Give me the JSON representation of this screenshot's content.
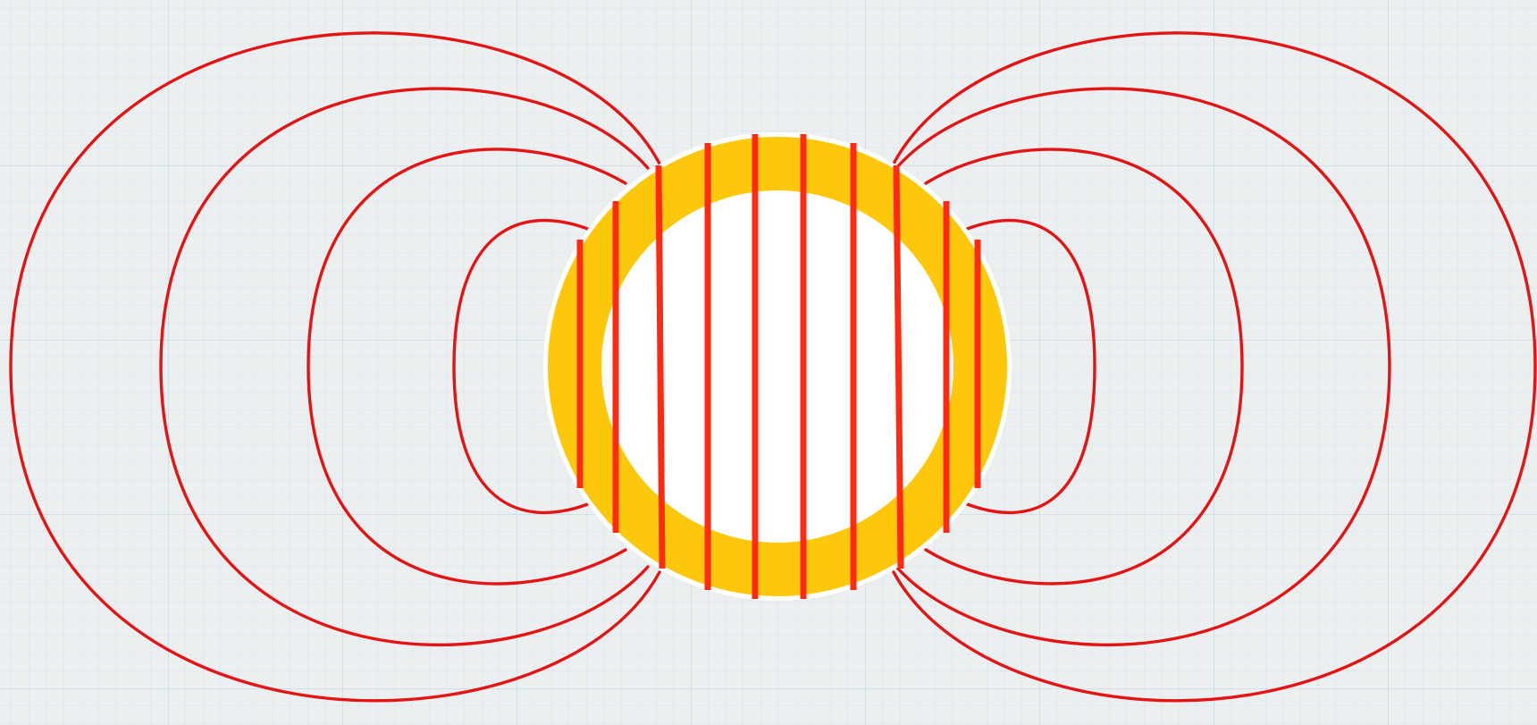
{
  "diagram": {
    "kind": "magnetic-field-of-current-loop",
    "colors": {
      "background": "#eceff0",
      "grid_minor": "#cfe3ec",
      "grid_major": "#b3d2e0",
      "field_line": "#e41414",
      "ring": "#fdc80b",
      "ring_outline": "#ffffff",
      "ring_inner": "#ffffff",
      "crossing_line": "#ff2a12"
    },
    "field_loop_count_per_side": 4,
    "crossing_line_count": 10,
    "labels": []
  }
}
